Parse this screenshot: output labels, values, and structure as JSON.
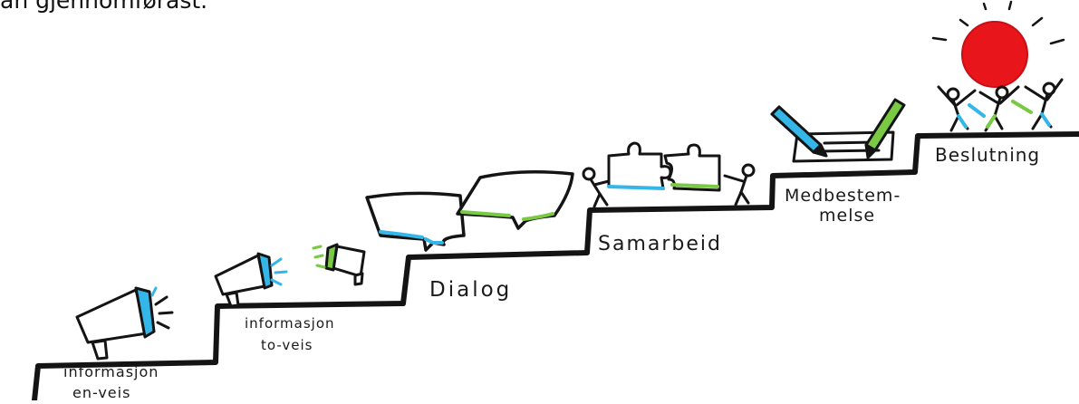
{
  "caption": "an gjennomførast.",
  "steps": [
    {
      "lines": [
        "informasjon",
        "en-veis"
      ]
    },
    {
      "lines": [
        "informasjon",
        "to-veis"
      ]
    },
    {
      "lines": [
        "Dialog"
      ]
    },
    {
      "lines": [
        "Samarbeid"
      ]
    },
    {
      "lines": [
        "Medbestem-",
        "melse"
      ]
    },
    {
      "lines": [
        "Beslutning"
      ]
    }
  ],
  "colors": {
    "ink": "#141414",
    "blue": "#35b6e8",
    "green": "#7ac943",
    "sun": "#e8161b"
  },
  "icons": [
    "megaphone-icon",
    "megaphone-pair-icon",
    "speech-bubbles-icon",
    "puzzle-people-icon",
    "pencils-paper-icon",
    "celebrating-people-sun-icon"
  ]
}
